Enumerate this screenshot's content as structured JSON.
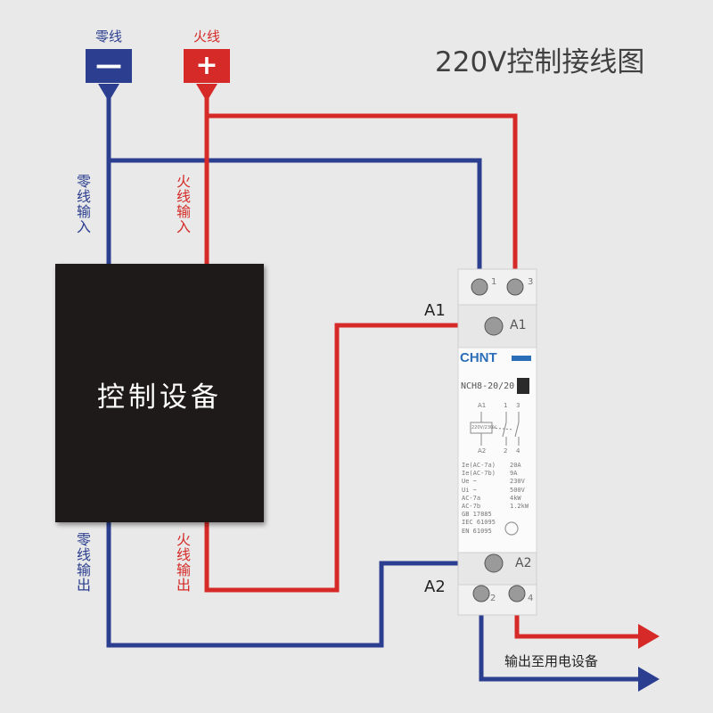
{
  "title": "220V控制接线图",
  "top": {
    "neutral": {
      "label": "零线",
      "sign": "—",
      "color": "#2b3e8f"
    },
    "live": {
      "label": "火线",
      "sign": "+",
      "color": "#d52a27"
    }
  },
  "side_labels": {
    "neutral_in": "零线输入",
    "live_in": "火线输入",
    "neutral_out": "零线输出",
    "live_out": "火线输出"
  },
  "control_device": {
    "label": "控制设备"
  },
  "pins": {
    "a1": "A1",
    "a2": "A2"
  },
  "contactor": {
    "brand": "CHNT",
    "model": "NCH8-20/20",
    "terminals_top": [
      "1",
      "3"
    ],
    "terminal_a1": "A1",
    "terminal_a2": "A2",
    "terminals_bottom": [
      "2",
      "4"
    ],
    "schematic_top": [
      "A1",
      "1",
      "3"
    ],
    "schematic_bottom": [
      "A2",
      "2",
      "4"
    ],
    "schematic_coil": "220V/230V",
    "specs": [
      [
        "Ie(AC-7a)",
        "20A"
      ],
      [
        "Ie(AC-7b)",
        "9A"
      ],
      [
        "Ue ~",
        "230V"
      ],
      [
        "Ui ~",
        "500V"
      ],
      [
        "AC-7a",
        "4kW"
      ],
      [
        "AC-7b",
        "1.2kW"
      ],
      [
        "GB 17885",
        ""
      ],
      [
        "IEC 61095",
        ""
      ],
      [
        "EN 61095",
        ""
      ]
    ]
  },
  "output_label": "输出至用电设备"
}
